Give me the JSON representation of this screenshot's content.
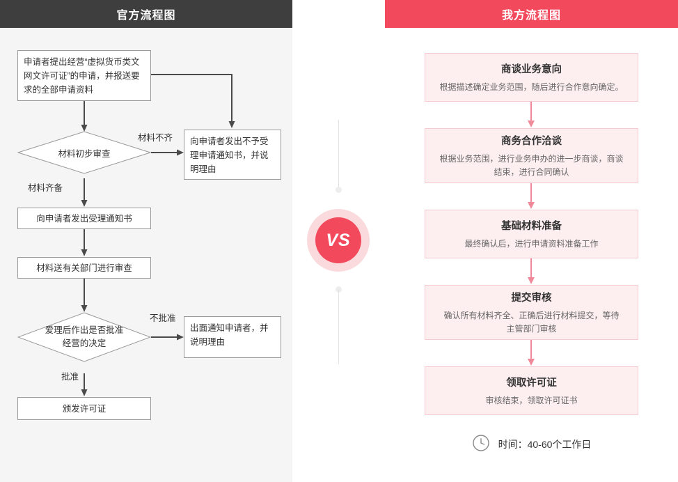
{
  "left": {
    "header_title": "官方流程图",
    "nodes": {
      "n1": "申请者提出经营“虚拟货币类文网文许可证”的申请，并报送要求的全部申请资料",
      "n2": "材料初步审查",
      "n3": "向申请者发出不予受理申请通知书，并说明理由",
      "n4": "向申请者发出受理通知书",
      "n5": "材料送有关部门进行审查",
      "n6": "爱理后作出是否批准经营的决定",
      "n7": "出面通知申请者，并说明理由",
      "n8": "颁发许可证"
    },
    "edge_labels": {
      "e1": "材料不齐",
      "e2": "材料齐备",
      "e3": "不批准",
      "e4": "批准"
    }
  },
  "middle": {
    "vs_label": "VS"
  },
  "right": {
    "header_title": "我方流程图",
    "steps": [
      {
        "title": "商谈业务意向",
        "desc": "根据描述确定业务范围，随后进行合作意向确定。"
      },
      {
        "title": "商务合作洽谈",
        "desc": "根据业务范围，进行业务申办的进一步商谈，商谈结束，进行合同确认"
      },
      {
        "title": "基础材料准备",
        "desc": "最终确认后，进行申请资料准备工作"
      },
      {
        "title": "提交审核",
        "desc": "确认所有材料齐全、正确后进行材料提交，等待主管部门审核"
      },
      {
        "title": "领取许可证",
        "desc": "审核结束，领取许可证书"
      }
    ],
    "footer": {
      "icon": "clock-icon",
      "text": "时间：40-60个工作日"
    }
  },
  "colors": {
    "left_header_bg": "#3e3e3e",
    "right_header_bg": "#f2495c",
    "card_bg": "#fdeef0",
    "card_border": "#f7c9d0",
    "accent": "#f2495c",
    "left_panel_bg": "#f5f5f5"
  }
}
